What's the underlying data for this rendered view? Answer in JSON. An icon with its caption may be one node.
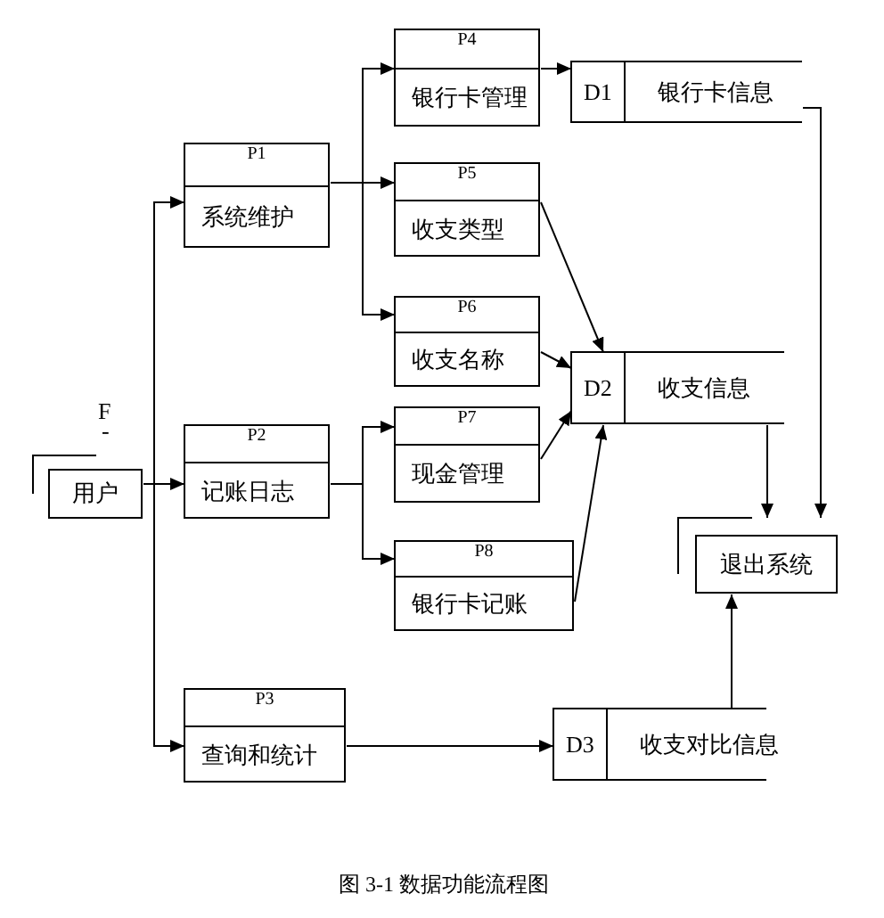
{
  "diagram": {
    "caption": "图 3-1 数据功能流程图",
    "nodes": [
      {
        "text": [
          "用户"
        ],
        "beside": [
          "F",
          "-"
        ]
      },
      {
        "text": [
          "P1",
          "系统维护"
        ]
      },
      {
        "text": [
          "P2",
          "记账日志"
        ]
      },
      {
        "text": [
          "P3",
          "查询和统计"
        ]
      },
      {
        "text": [
          "P4",
          "银行卡管理"
        ]
      },
      {
        "text": [
          "P5",
          "收支类型"
        ]
      },
      {
        "text": [
          "P6",
          "收支名称"
        ]
      },
      {
        "text": [
          "P7",
          "现金管理"
        ]
      },
      {
        "text": [
          "P8",
          "银行卡记账"
        ]
      },
      {
        "text": [
          "D1",
          "银行卡信息"
        ]
      },
      {
        "text": [
          "D2",
          "收支信息"
        ]
      },
      {
        "text": [
          "退出系统"
        ]
      },
      {
        "text": [
          "D3",
          "收支对比信息"
        ]
      }
    ],
    "edges": [
      {
        "from": 0,
        "to": 1,
        "arrow": "to"
      },
      {
        "from": 0,
        "to": 2,
        "arrow": "to"
      },
      {
        "from": 0,
        "to": 3,
        "arrow": "to"
      },
      {
        "from": 1,
        "to": 4,
        "arrow": "to"
      },
      {
        "from": 1,
        "to": 5,
        "arrow": "to"
      },
      {
        "from": 1,
        "to": 6,
        "arrow": "to"
      },
      {
        "from": 2,
        "to": 7,
        "arrow": "to"
      },
      {
        "from": 2,
        "to": 8,
        "arrow": "to"
      },
      {
        "from": 3,
        "to": 12,
        "arrow": "to"
      },
      {
        "from": 4,
        "to": 9,
        "arrow": "to"
      },
      {
        "from": 5,
        "to": 10,
        "arrow": "to"
      },
      {
        "from": 6,
        "to": 10,
        "arrow": "to"
      },
      {
        "from": 7,
        "to": 10,
        "arrow": "to"
      },
      {
        "from": 8,
        "to": 10,
        "arrow": "to"
      },
      {
        "from": 9,
        "to": 11,
        "arrow": "to"
      },
      {
        "from": 10,
        "to": 11,
        "arrow": "to"
      },
      {
        "from": 12,
        "to": 11,
        "arrow": "to"
      }
    ]
  }
}
